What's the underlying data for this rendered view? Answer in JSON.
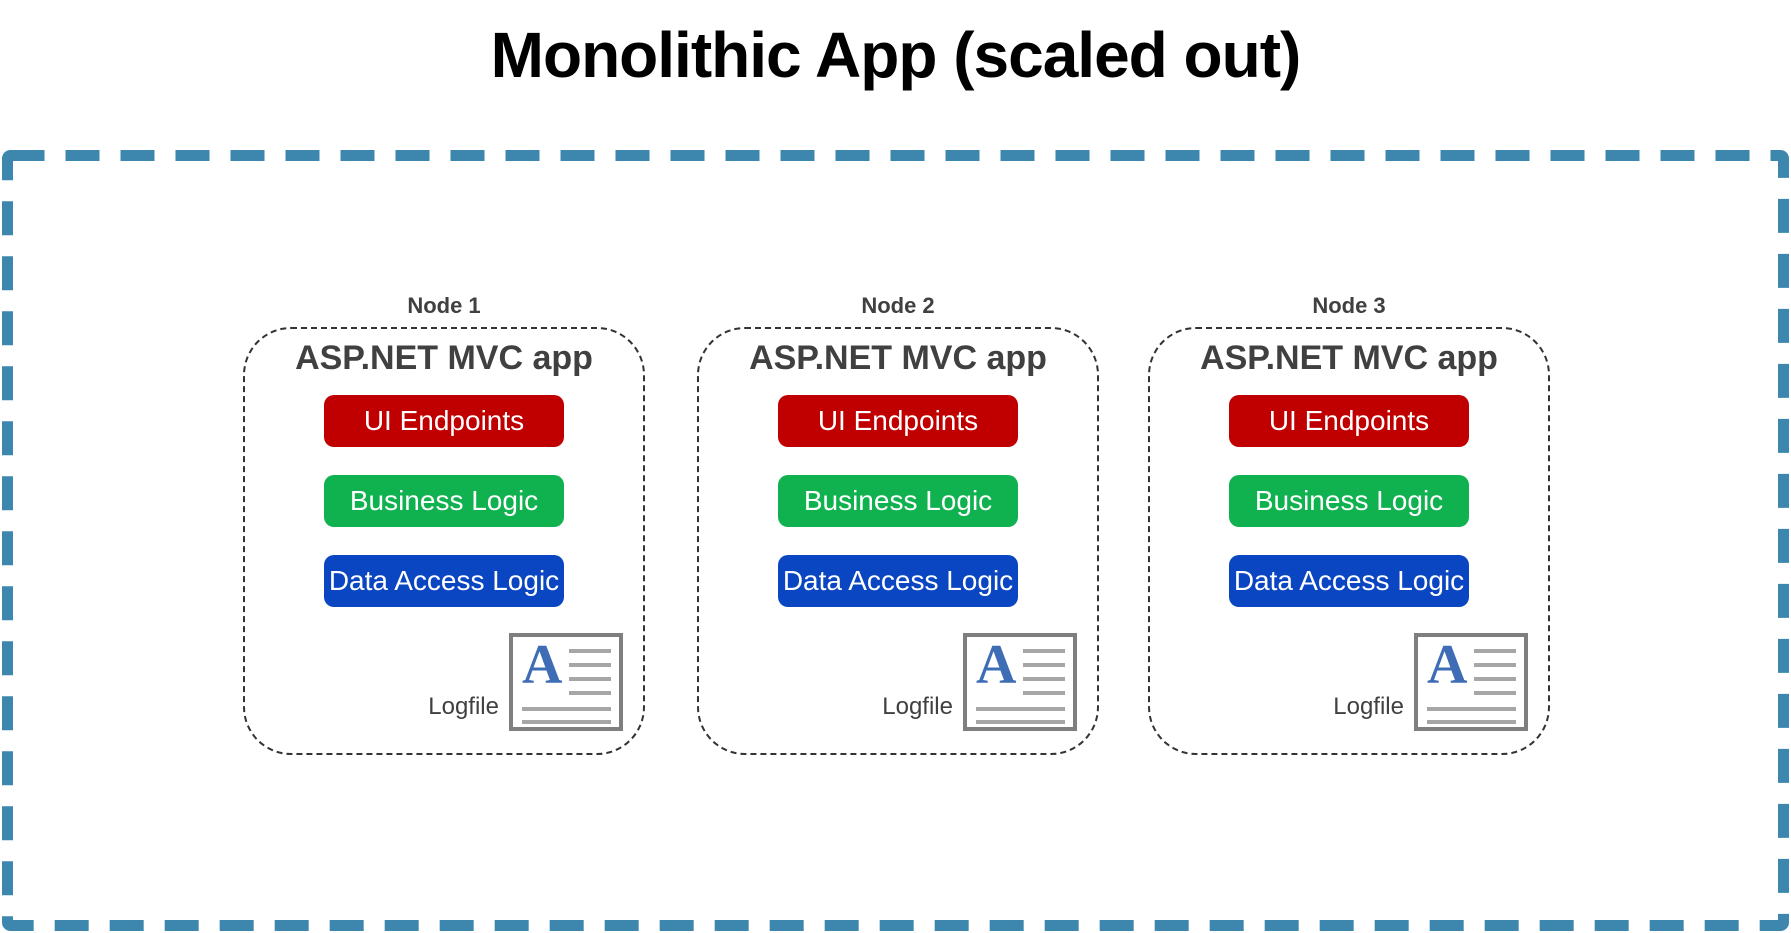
{
  "title": "Monolithic App (scaled out)",
  "colors": {
    "title_text": "#000000",
    "outer_border": "#3d87ae",
    "node_border": "#333333",
    "heading_text": "#404040",
    "layer_ui": "#c00000",
    "layer_business": "#10b14f",
    "layer_data": "#0b46c2",
    "icon_border": "#7f7f7f",
    "icon_line": "#a6a6a6",
    "icon_letter": "#3e6db5"
  },
  "icons": {
    "logfile_letter": "A"
  },
  "nodes": [
    {
      "label": "Node 1",
      "app_title": "ASP.NET MVC app",
      "layers": [
        {
          "name": "ui-endpoints",
          "label": "UI Endpoints"
        },
        {
          "name": "business-logic",
          "label": "Business Logic"
        },
        {
          "name": "data-access-logic",
          "label": "Data Access Logic"
        }
      ],
      "logfile_label": "Logfile"
    },
    {
      "label": "Node 2",
      "app_title": "ASP.NET MVC app",
      "layers": [
        {
          "name": "ui-endpoints",
          "label": "UI Endpoints"
        },
        {
          "name": "business-logic",
          "label": "Business Logic"
        },
        {
          "name": "data-access-logic",
          "label": "Data Access Logic"
        }
      ],
      "logfile_label": "Logfile"
    },
    {
      "label": "Node 3",
      "app_title": "ASP.NET MVC app",
      "layers": [
        {
          "name": "ui-endpoints",
          "label": "UI Endpoints"
        },
        {
          "name": "business-logic",
          "label": "Business Logic"
        },
        {
          "name": "data-access-logic",
          "label": "Data Access Logic"
        }
      ],
      "logfile_label": "Logfile"
    }
  ]
}
